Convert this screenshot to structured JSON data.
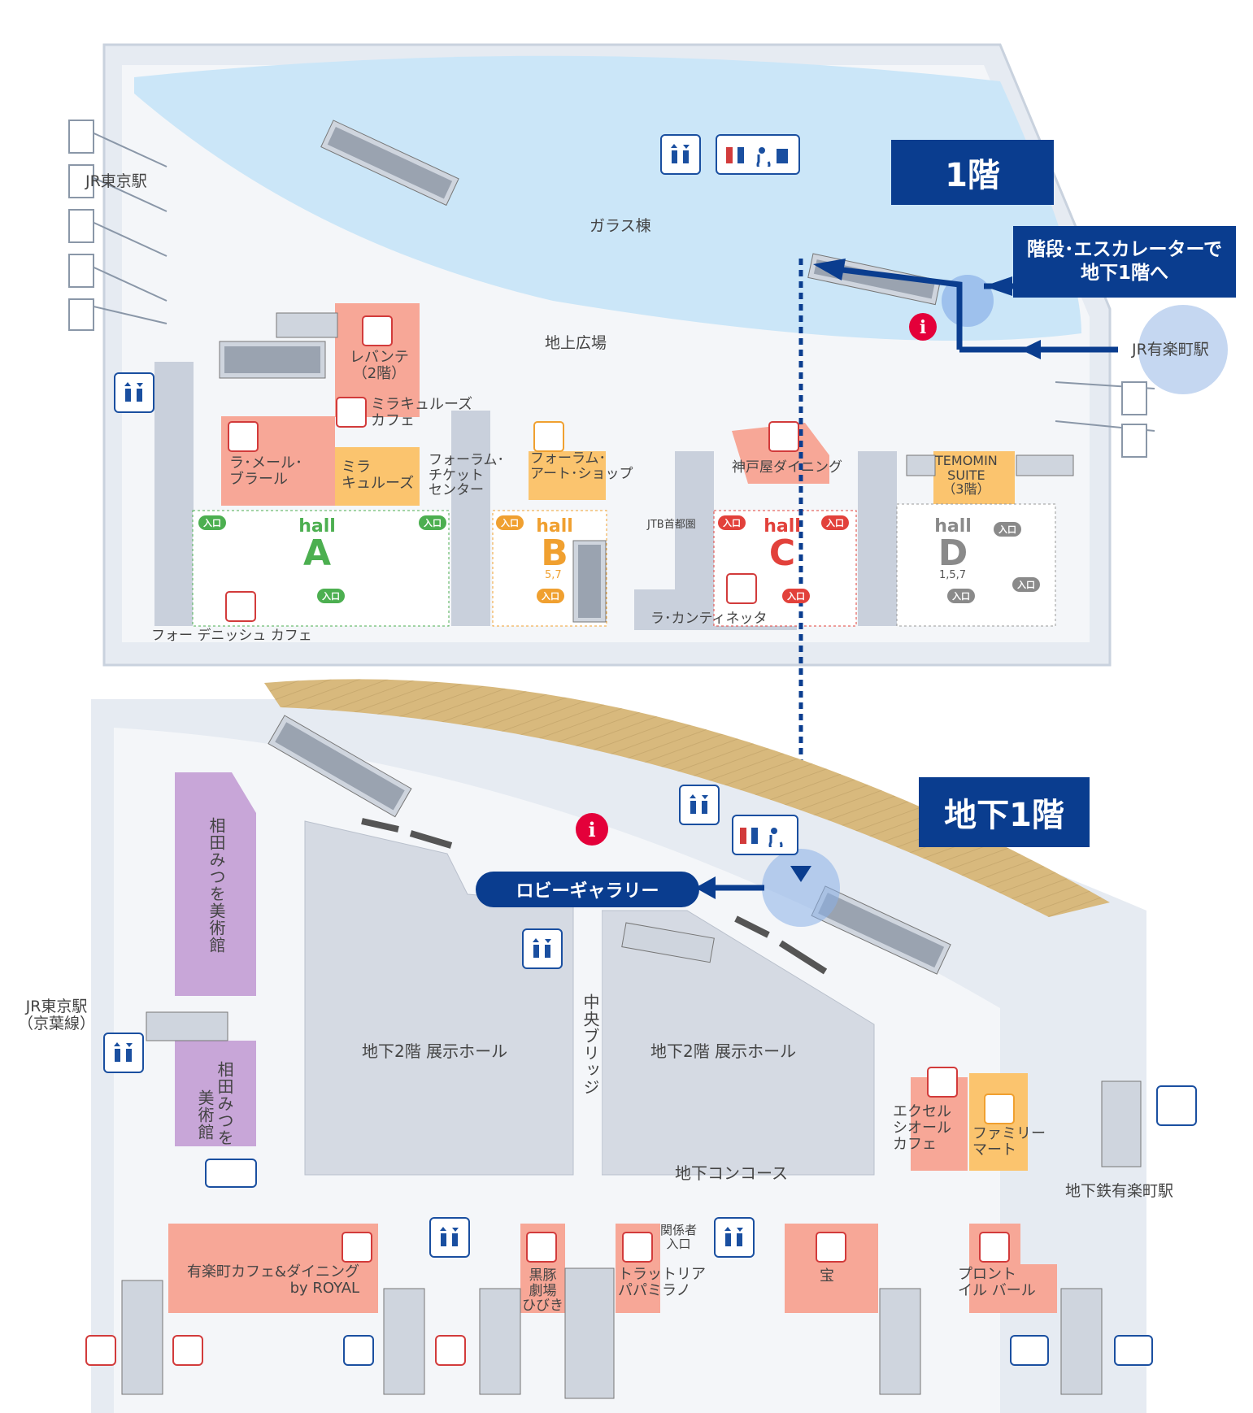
{
  "floor1": {
    "badge": "1階",
    "escalator_note": "階段･エスカレーターで\n地下1階へ",
    "areas": {
      "jr_tokyo": "JR東京駅",
      "glass_building": "ガラス棟",
      "ground_plaza": "地上広場",
      "jr_yurakucho": "JR有楽町駅",
      "levante": "レバンテ\n（2階）",
      "mira_cafe": "ミラキュルーズ\nカフェ",
      "la_mer": "ラ･メール･\nブラール",
      "mira": "ミラ\nキュルーズ",
      "forum_ticket": "フォーラム･\nチケット\nセンター",
      "forum_art": "フォーラム･\nアート･ショップ",
      "kobeya": "神戸屋ダイニング",
      "temomin": "TEMOMIN\nSUITE\n（3階）",
      "jtb": "JTB首都圏",
      "la_cantinetta": "ラ･カンティネッタ",
      "forde": "フォー デニッシュ カフェ"
    },
    "halls": [
      {
        "name": "hall",
        "letter": "A",
        "floors": ""
      },
      {
        "name": "hall",
        "letter": "B",
        "floors": "5,7"
      },
      {
        "name": "hall",
        "letter": "C",
        "floors": ""
      },
      {
        "name": "hall",
        "letter": "D",
        "floors": "1,5,7"
      }
    ],
    "entry_label": "入口"
  },
  "b1": {
    "badge": "地下1階",
    "lobby_gallery": "ロビーギャラリー",
    "areas": {
      "aida1": "相田みつを美術館",
      "aida2_a": "相田みつを",
      "aida2_b": "美術館",
      "jr_keiyo": "JR東京駅\n（京葉線）",
      "hall_left": "地下2階 展示ホール",
      "hall_right": "地下2階 展示ホール",
      "central_bridge": "中央ブリッジ",
      "concourse": "地下コンコース",
      "excelsior": "エクセル\nシオール\nカフェ",
      "familymart": "ファミリー\nマート",
      "subway": "地下鉄有楽町駅",
      "staff": "関係者\n入口",
      "royal": "有楽町カフェ&ダイニング\nby ROYAL",
      "kurobuta": "黒豚\n劇場\nひびき",
      "trattoria": "トラットリア\nパパミラノ",
      "takara": "宝",
      "pronto": "プロント\nイル バール"
    }
  },
  "colors": {
    "navy": "#0a3d8f",
    "restaurant": "#f7a797",
    "shop": "#fbc46e",
    "museum": "#c8a6d8",
    "hall_gray": "#d5dae3",
    "water": "#cbe6f8",
    "deck": "#d8b97d"
  }
}
